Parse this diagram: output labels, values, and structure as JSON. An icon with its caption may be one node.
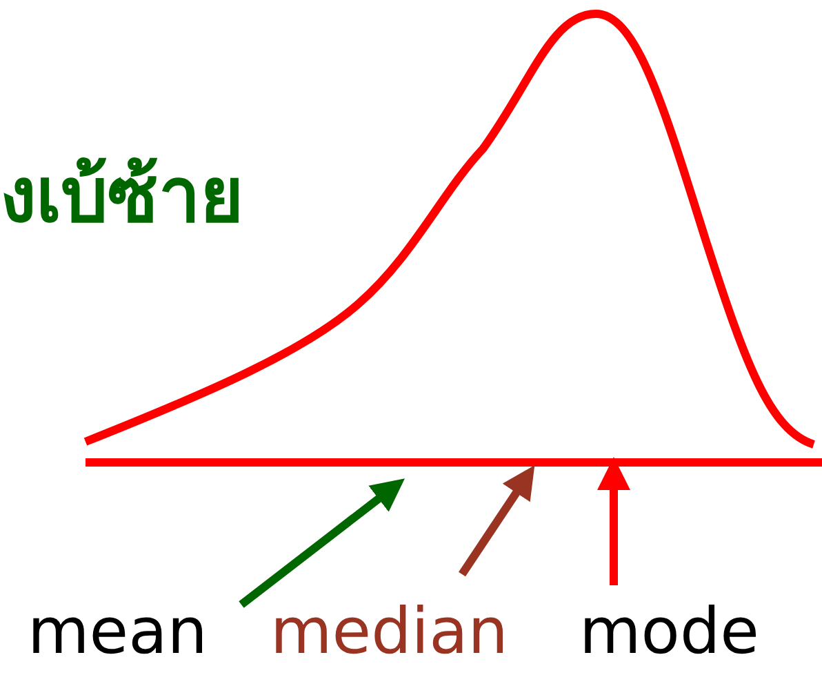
{
  "diagram": {
    "nodes": [
      {
        "text": [
          "mean"
        ]
      },
      {
        "text": [
          "median"
        ]
      },
      {
        "text": [
          "mode"
        ]
      }
    ],
    "edges": [
      {
        "from": 0,
        "to": null,
        "arrow": "to",
        "color": "#006600"
      },
      {
        "from": 1,
        "to": null,
        "arrow": "to",
        "color": "#993322"
      },
      {
        "from": 2,
        "to": null,
        "arrow": "to",
        "color": "#ff0000"
      }
    ],
    "labels": [
      "งเบ้ซ้าย"
    ]
  }
}
